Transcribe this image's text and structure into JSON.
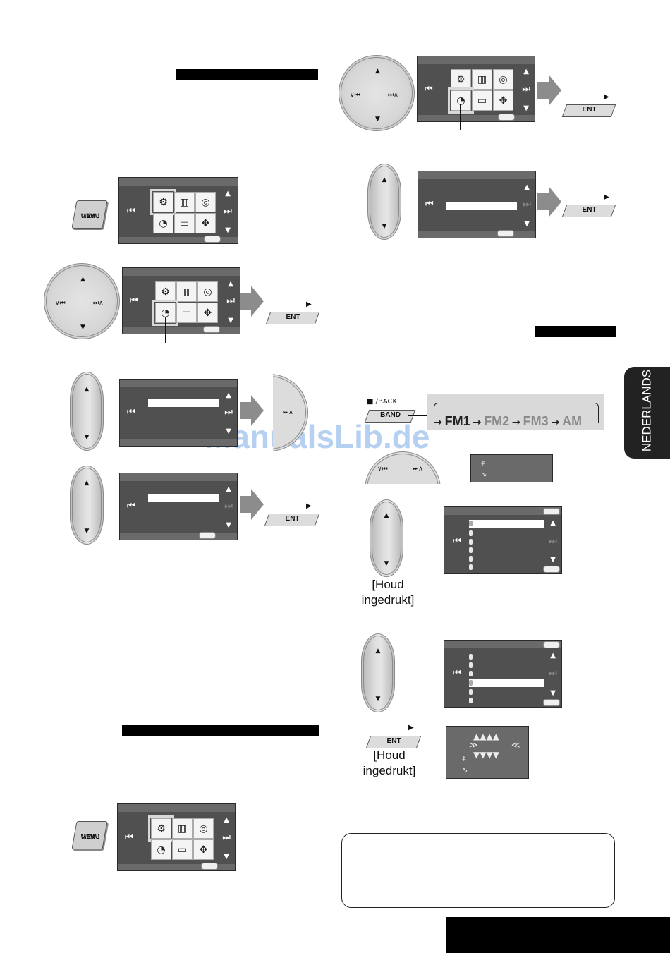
{
  "header_bars": 3,
  "side_tab": {
    "label": "NEDERLANDS"
  },
  "watermark": {
    "text": "ManualsLib.de"
  },
  "band_sequence": {
    "items": [
      "FM1",
      "FM2",
      "FM3",
      "AM"
    ],
    "back_label": "■ ∕BACK",
    "band_label": "BAND"
  },
  "buttons": {
    "ent_label": "ENT",
    "av_menu_label_1": "AV",
    "av_menu_label_2": "MENU"
  },
  "hold_label_1": "[Houd",
  "hold_label_2": "ingedrukt]",
  "icons": {
    "prev": "skip-back-icon",
    "next": "skip-forward-icon",
    "up": "triangle-up-icon",
    "down": "triangle-down-icon"
  },
  "colors": {
    "screen": "#505050",
    "band_panel": "#d9d9d9",
    "band_text": "#8a8a8a",
    "tab": "#222222"
  }
}
